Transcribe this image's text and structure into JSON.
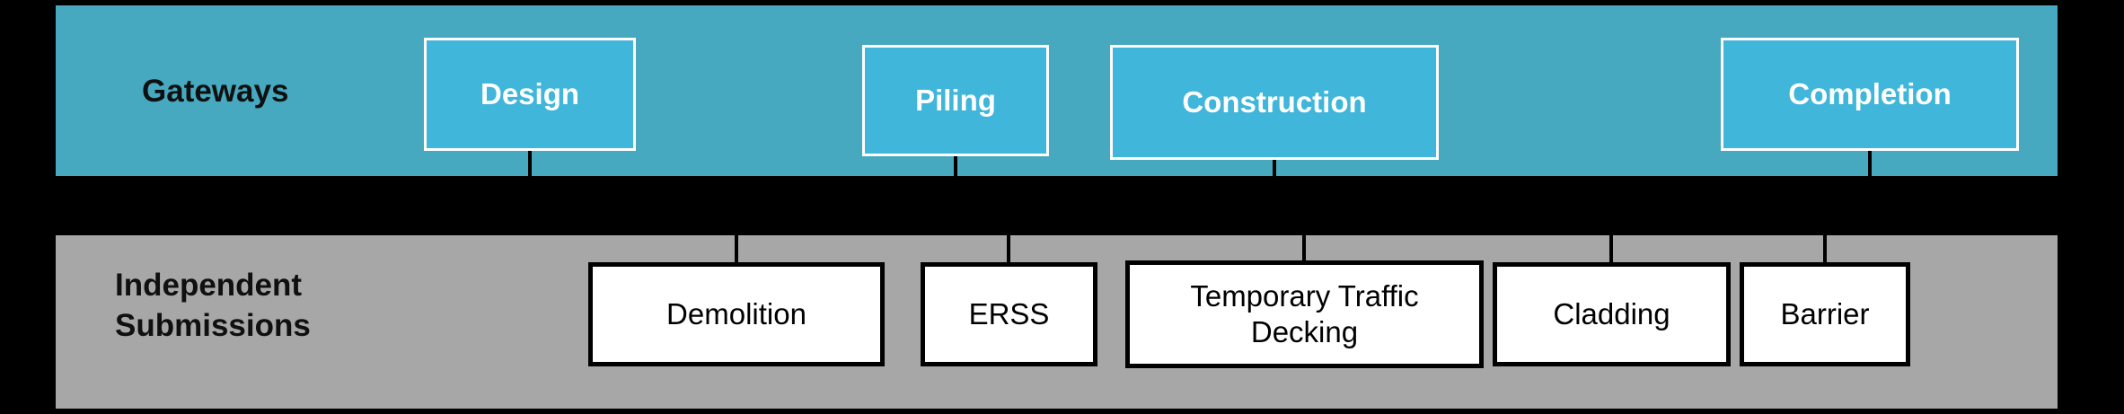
{
  "gateways": {
    "label": "Gateways",
    "items": [
      {
        "label": "Design"
      },
      {
        "label": "Piling"
      },
      {
        "label": "Construction"
      },
      {
        "label": "Completion"
      }
    ]
  },
  "submissions": {
    "label": "Independent Submissions",
    "items": [
      {
        "label": "Demolition"
      },
      {
        "label": "ERSS"
      },
      {
        "label": "Temporary Traffic Decking"
      },
      {
        "label": "Cladding"
      },
      {
        "label": "Barrier"
      }
    ]
  },
  "colors": {
    "background": "#000000",
    "gateways_band": "#46a9bf",
    "gateway_box_fill": "#3fb6da",
    "gateway_box_border": "#ffffff",
    "gateway_text": "#ffffff",
    "submissions_band": "#a7a7a7",
    "submission_box_fill": "#ffffff",
    "submission_box_border": "#000000",
    "submission_text": "#000000"
  }
}
